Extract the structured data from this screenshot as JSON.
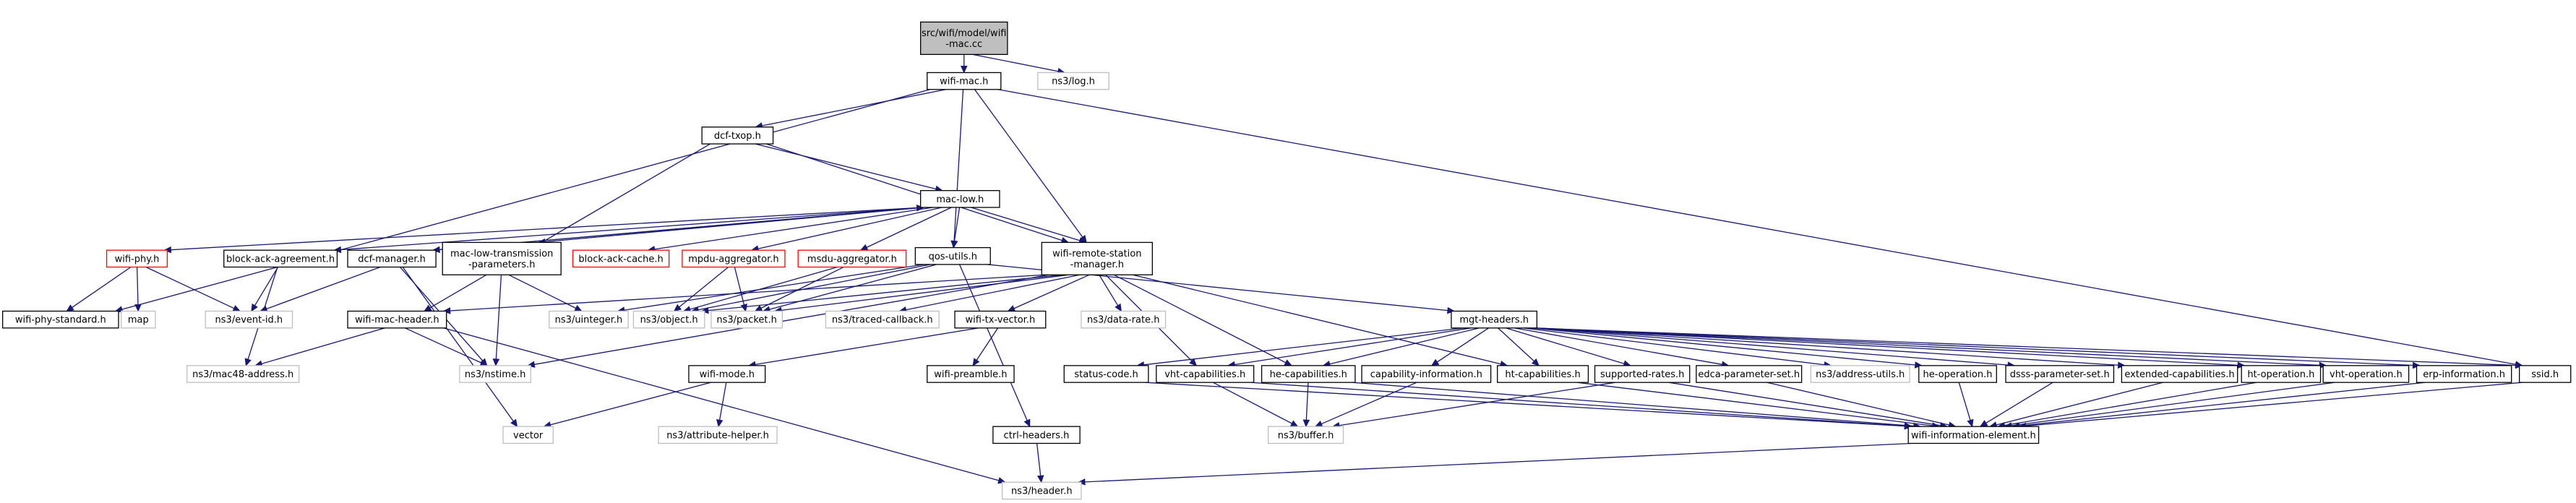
{
  "diagram": {
    "type": "include-dependency-graph",
    "nodes": [
      {
        "id": "root",
        "lines": [
          "src/wifi/model/wifi",
          "-mac.cc"
        ],
        "style": "root"
      },
      {
        "id": "wifi-mac",
        "lines": [
          "wifi-mac.h"
        ],
        "style": "normal"
      },
      {
        "id": "log",
        "lines": [
          "ns3/log.h"
        ],
        "style": "ext"
      },
      {
        "id": "dcf-txop",
        "lines": [
          "dcf-txop.h"
        ],
        "style": "normal"
      },
      {
        "id": "mac-low",
        "lines": [
          "mac-low.h"
        ],
        "style": "normal"
      },
      {
        "id": "qos-utils",
        "lines": [
          "qos-utils.h"
        ],
        "style": "normal"
      },
      {
        "id": "wrsm",
        "lines": [
          "wifi-remote-station",
          "-manager.h"
        ],
        "style": "normal"
      },
      {
        "id": "wifi-phy",
        "lines": [
          "wifi-phy.h"
        ],
        "style": "red"
      },
      {
        "id": "baa",
        "lines": [
          "block-ack-agreement.h"
        ],
        "style": "normal"
      },
      {
        "id": "dcf-manager",
        "lines": [
          "dcf-manager.h"
        ],
        "style": "normal"
      },
      {
        "id": "mltp",
        "lines": [
          "mac-low-transmission",
          "-parameters.h"
        ],
        "style": "normal"
      },
      {
        "id": "bac",
        "lines": [
          "block-ack-cache.h"
        ],
        "style": "red"
      },
      {
        "id": "mpdu-agg",
        "lines": [
          "mpdu-aggregator.h"
        ],
        "style": "red"
      },
      {
        "id": "msdu-agg",
        "lines": [
          "msdu-aggregator.h"
        ],
        "style": "red"
      },
      {
        "id": "wps",
        "lines": [
          "wifi-phy-standard.h"
        ],
        "style": "normal"
      },
      {
        "id": "map",
        "lines": [
          "map"
        ],
        "style": "ext"
      },
      {
        "id": "event-id",
        "lines": [
          "ns3/event-id.h"
        ],
        "style": "ext"
      },
      {
        "id": "wmh",
        "lines": [
          "wifi-mac-header.h"
        ],
        "style": "normal"
      },
      {
        "id": "uinteger",
        "lines": [
          "ns3/uinteger.h"
        ],
        "style": "ext"
      },
      {
        "id": "object",
        "lines": [
          "ns3/object.h"
        ],
        "style": "ext"
      },
      {
        "id": "packet",
        "lines": [
          "ns3/packet.h"
        ],
        "style": "ext"
      },
      {
        "id": "traced-cb",
        "lines": [
          "ns3/traced-callback.h"
        ],
        "style": "ext"
      },
      {
        "id": "wtv",
        "lines": [
          "wifi-tx-vector.h"
        ],
        "style": "normal"
      },
      {
        "id": "data-rate",
        "lines": [
          "ns3/data-rate.h"
        ],
        "style": "ext"
      },
      {
        "id": "mgt",
        "lines": [
          "mgt-headers.h"
        ],
        "style": "normal"
      },
      {
        "id": "mac48",
        "lines": [
          "ns3/mac48-address.h"
        ],
        "style": "ext"
      },
      {
        "id": "nstime",
        "lines": [
          "ns3/nstime.h"
        ],
        "style": "ext"
      },
      {
        "id": "wifi-mode",
        "lines": [
          "wifi-mode.h"
        ],
        "style": "normal"
      },
      {
        "id": "wifi-preamble",
        "lines": [
          "wifi-preamble.h"
        ],
        "style": "normal"
      },
      {
        "id": "vector",
        "lines": [
          "vector"
        ],
        "style": "ext"
      },
      {
        "id": "attr-helper",
        "lines": [
          "ns3/attribute-helper.h"
        ],
        "style": "ext"
      },
      {
        "id": "ctrl-headers",
        "lines": [
          "ctrl-headers.h"
        ],
        "style": "normal"
      },
      {
        "id": "header",
        "lines": [
          "ns3/header.h"
        ],
        "style": "ext"
      },
      {
        "id": "status-code",
        "lines": [
          "status-code.h"
        ],
        "style": "normal"
      },
      {
        "id": "vht-cap",
        "lines": [
          "vht-capabilities.h"
        ],
        "style": "normal"
      },
      {
        "id": "he-cap",
        "lines": [
          "he-capabilities.h"
        ],
        "style": "normal"
      },
      {
        "id": "cap-info",
        "lines": [
          "capability-information.h"
        ],
        "style": "normal"
      },
      {
        "id": "ht-cap",
        "lines": [
          "ht-capabilities.h"
        ],
        "style": "normal"
      },
      {
        "id": "sup-rates",
        "lines": [
          "supported-rates.h"
        ],
        "style": "normal"
      },
      {
        "id": "edca",
        "lines": [
          "edca-parameter-set.h"
        ],
        "style": "normal"
      },
      {
        "id": "addr-utils",
        "lines": [
          "ns3/address-utils.h"
        ],
        "style": "ext"
      },
      {
        "id": "he-op",
        "lines": [
          "he-operation.h"
        ],
        "style": "normal"
      },
      {
        "id": "dsss",
        "lines": [
          "dsss-parameter-set.h"
        ],
        "style": "normal"
      },
      {
        "id": "ext-cap",
        "lines": [
          "extended-capabilities.h"
        ],
        "style": "normal"
      },
      {
        "id": "ht-op",
        "lines": [
          "ht-operation.h"
        ],
        "style": "normal"
      },
      {
        "id": "vht-op",
        "lines": [
          "vht-operation.h"
        ],
        "style": "normal"
      },
      {
        "id": "erp",
        "lines": [
          "erp-information.h"
        ],
        "style": "normal"
      },
      {
        "id": "ssid",
        "lines": [
          "ssid.h"
        ],
        "style": "normal"
      },
      {
        "id": "buffer",
        "lines": [
          "ns3/buffer.h"
        ],
        "style": "ext"
      },
      {
        "id": "wie",
        "lines": [
          "wifi-information-element.h"
        ],
        "style": "normal"
      }
    ],
    "edges": [
      [
        "root",
        "wifi-mac"
      ],
      [
        "root",
        "log"
      ],
      [
        "wifi-mac",
        "dcf-txop"
      ],
      [
        "wifi-mac",
        "qos-utils"
      ],
      [
        "wifi-mac",
        "wrsm"
      ],
      [
        "wifi-mac",
        "wps"
      ],
      [
        "wifi-mac",
        "ssid"
      ],
      [
        "dcf-txop",
        "mac-low"
      ],
      [
        "dcf-txop",
        "wrsm"
      ],
      [
        "dcf-txop",
        "wmh"
      ],
      [
        "mac-low",
        "wifi-phy"
      ],
      [
        "mac-low",
        "baa"
      ],
      [
        "mac-low",
        "dcf-manager"
      ],
      [
        "mac-low",
        "mltp"
      ],
      [
        "mac-low",
        "bac"
      ],
      [
        "mac-low",
        "mpdu-agg"
      ],
      [
        "mac-low",
        "msdu-agg"
      ],
      [
        "mac-low",
        "qos-utils"
      ],
      [
        "mac-low",
        "wrsm"
      ],
      [
        "dcf-manager",
        "mac-low"
      ],
      [
        "dcf-manager",
        "event-id"
      ],
      [
        "dcf-manager",
        "nstime"
      ],
      [
        "dcf-manager",
        "vector"
      ],
      [
        "wifi-phy",
        "wps"
      ],
      [
        "wifi-phy",
        "map"
      ],
      [
        "wifi-phy",
        "event-id"
      ],
      [
        "baa",
        "event-id"
      ],
      [
        "baa",
        "mac48"
      ],
      [
        "mltp",
        "uinteger"
      ],
      [
        "mltp",
        "nstime"
      ],
      [
        "mpdu-agg",
        "object"
      ],
      [
        "mpdu-agg",
        "packet"
      ],
      [
        "msdu-agg",
        "packet"
      ],
      [
        "msdu-agg",
        "object"
      ],
      [
        "qos-utils",
        "uinteger"
      ],
      [
        "qos-utils",
        "object"
      ],
      [
        "qos-utils",
        "packet"
      ],
      [
        "qos-utils",
        "ctrl-headers"
      ],
      [
        "qos-utils",
        "mgt"
      ],
      [
        "wrsm",
        "wmh"
      ],
      [
        "wrsm",
        "object"
      ],
      [
        "wrsm",
        "packet"
      ],
      [
        "wrsm",
        "traced-cb"
      ],
      [
        "wrsm",
        "wtv"
      ],
      [
        "wrsm",
        "data-rate"
      ],
      [
        "wrsm",
        "nstime"
      ],
      [
        "wrsm",
        "vht-cap"
      ],
      [
        "wrsm",
        "he-cap"
      ],
      [
        "wrsm",
        "ht-cap"
      ],
      [
        "wmh",
        "mac48"
      ],
      [
        "wmh",
        "nstime"
      ],
      [
        "wmh",
        "header"
      ],
      [
        "wtv",
        "wifi-mode"
      ],
      [
        "wtv",
        "wifi-preamble"
      ],
      [
        "wifi-mode",
        "vector"
      ],
      [
        "wifi-mode",
        "attr-helper"
      ],
      [
        "ctrl-headers",
        "header"
      ],
      [
        "mgt",
        "status-code"
      ],
      [
        "mgt",
        "vht-cap"
      ],
      [
        "mgt",
        "he-cap"
      ],
      [
        "mgt",
        "cap-info"
      ],
      [
        "mgt",
        "ht-cap"
      ],
      [
        "mgt",
        "sup-rates"
      ],
      [
        "mgt",
        "edca"
      ],
      [
        "mgt",
        "addr-utils"
      ],
      [
        "mgt",
        "he-op"
      ],
      [
        "mgt",
        "dsss"
      ],
      [
        "mgt",
        "ext-cap"
      ],
      [
        "mgt",
        "ht-op"
      ],
      [
        "mgt",
        "vht-op"
      ],
      [
        "mgt",
        "erp"
      ],
      [
        "mgt",
        "ssid"
      ],
      [
        "status-code",
        "wie"
      ],
      [
        "vht-cap",
        "buffer"
      ],
      [
        "vht-cap",
        "wie"
      ],
      [
        "he-cap",
        "buffer"
      ],
      [
        "he-cap",
        "wie"
      ],
      [
        "cap-info",
        "buffer"
      ],
      [
        "ht-cap",
        "wie"
      ],
      [
        "sup-rates",
        "buffer"
      ],
      [
        "sup-rates",
        "wie"
      ],
      [
        "edca",
        "wie"
      ],
      [
        "he-op",
        "wie"
      ],
      [
        "dsss",
        "wie"
      ],
      [
        "ext-cap",
        "wie"
      ],
      [
        "ht-op",
        "wie"
      ],
      [
        "vht-op",
        "wie"
      ],
      [
        "erp",
        "wie"
      ],
      [
        "ssid",
        "wie"
      ],
      [
        "wie",
        "header"
      ]
    ]
  }
}
